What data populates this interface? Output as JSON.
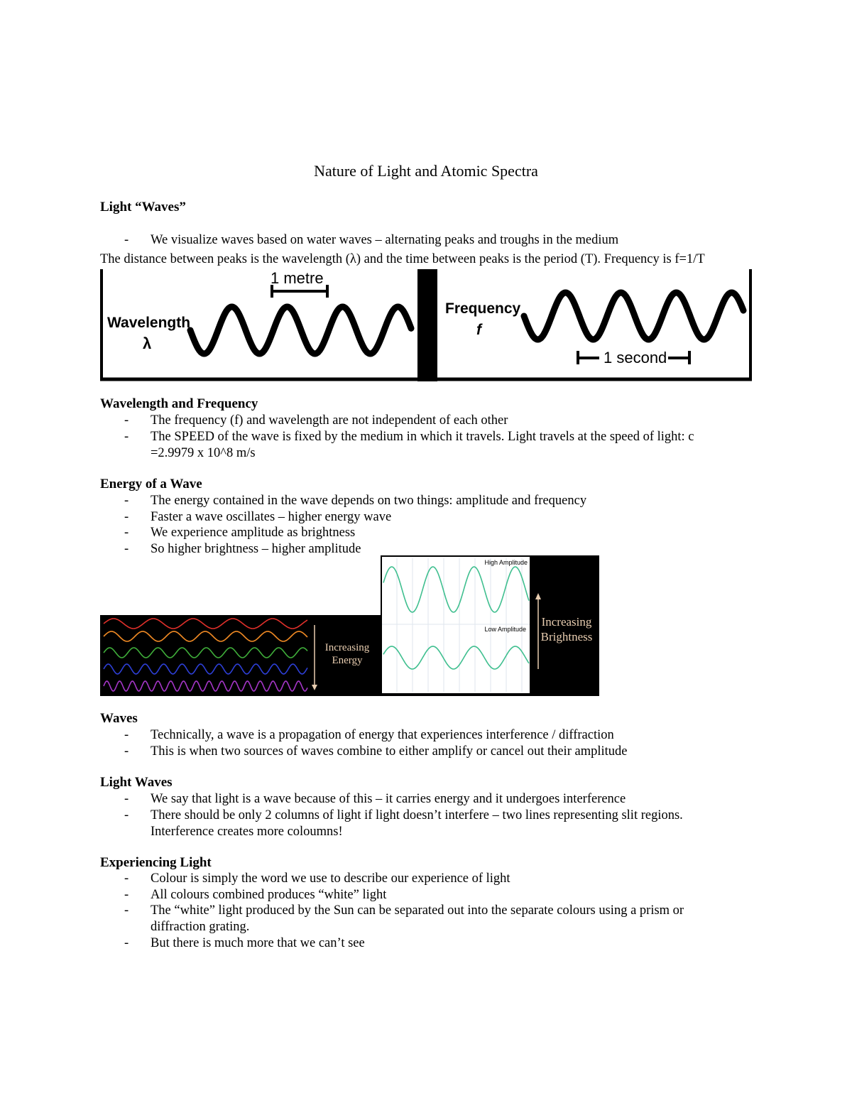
{
  "title": "Nature of Light and Atomic Spectra",
  "sections": {
    "light_waves_heading": "Light “Waves”",
    "light_waves_bullet": "We visualize waves based on water waves – alternating peaks and troughs in the medium",
    "light_waves_line": "The distance between peaks is the wavelength (λ) and the time between peaks is the period (T). Frequency is f=1/T",
    "wave_fig": {
      "metre_label": "1 metre",
      "wavelength_label": "Wavelength",
      "lambda_symbol": "λ",
      "frequency_label": "Frequency",
      "f_symbol": "f",
      "second_label": "1 second"
    },
    "wavelength_frequency": {
      "heading": "Wavelength and Frequency",
      "bullets": [
        "The frequency (f) and wavelength are not independent of each other",
        "The SPEED of the wave is fixed by the medium in which it travels. Light travels at the speed of light: c =2.9979 x 10^8 m/s"
      ]
    },
    "energy": {
      "heading": "Energy of a Wave",
      "bullets": [
        "The energy contained in the wave depends on two things: amplitude and frequency",
        "Faster a wave oscillates – higher energy wave",
        "We experience amplitude as brightness",
        "So higher brightness – higher amplitude"
      ]
    },
    "energy_fig": {
      "increasing_energy_1": "Increasing",
      "increasing_energy_2": "Energy",
      "high_amplitude": "High Amplitude",
      "low_amplitude": "Low Amplitude",
      "increasing_brightness_1": "Increasing",
      "increasing_brightness_2": "Brightness"
    },
    "waves": {
      "heading": "Waves",
      "bullets": [
        "Technically, a wave is a propagation of energy that experiences interference / diffraction",
        "This is when two sources of waves combine to either amplify or cancel out their amplitude"
      ]
    },
    "light_waves2": {
      "heading": "Light Waves",
      "bullets": [
        "We say that light is a wave because of this – it carries energy and it undergoes interference",
        "There should be only 2 columns of light if light doesn’t interfere – two lines representing slit regions. Interference creates more coloumns!"
      ]
    },
    "experiencing": {
      "heading": "Experiencing Light",
      "bullets": [
        "Colour is simply the word we use to describe our experience of light",
        "All colours combined produces “white” light",
        "The “white” light produced by the Sun can be separated out into the separate colours using a prism or diffraction grating.",
        "But there is much more that we can’t see"
      ]
    },
    "dash": "-"
  },
  "colors": {
    "wave_red": "#e0302b",
    "wave_orange": "#f08a24",
    "wave_green": "#3fae3a",
    "wave_blue": "#2d3fd6",
    "wave_purple": "#a536c8",
    "amp_teal": "#3fbf8f",
    "annotation_tan": "#e8cdb0"
  }
}
